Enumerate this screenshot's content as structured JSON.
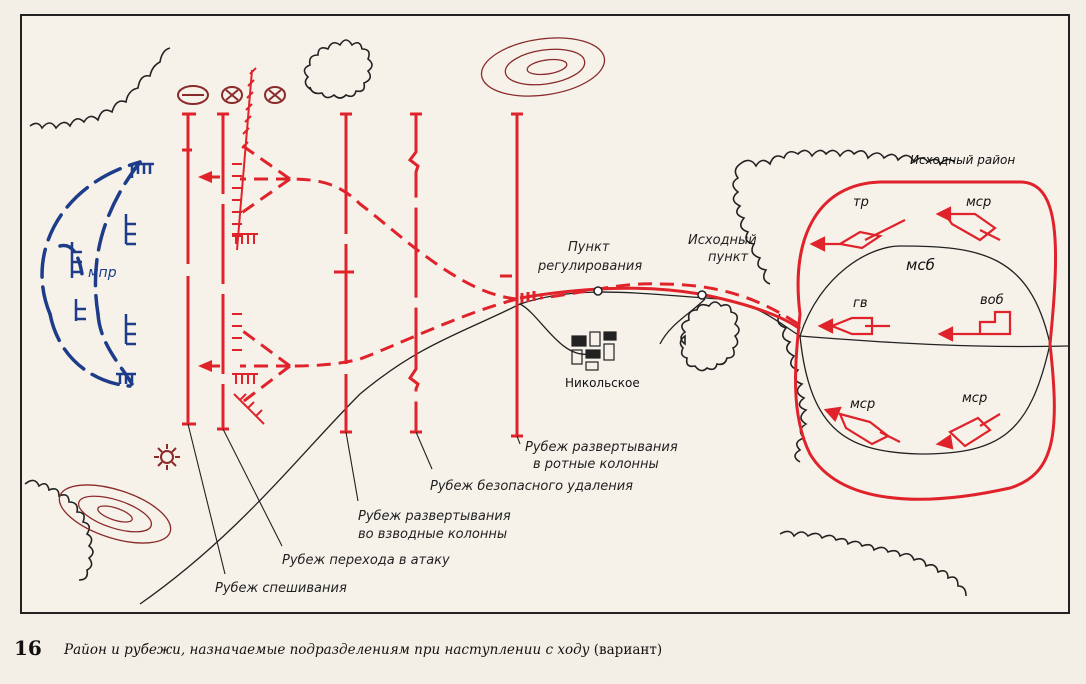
{
  "diagram": {
    "labels": {
      "deploy_company": [
        "Рубеж развертывания",
        "в ротные колонны"
      ],
      "safe_distance": "Рубеж безопасного удаления",
      "deploy_platoon": [
        "Рубеж развертывания",
        "во взводные колонны"
      ],
      "attack_transition": "Рубеж перехода в атаку",
      "dismount": "Рубеж спешивания",
      "control_point": [
        "Пункт",
        "регулирования"
      ],
      "start_point": [
        "Исходный",
        "пункт"
      ],
      "start_area": "Исходный район",
      "village": "Никольское"
    },
    "units": {
      "tr": "тр",
      "msr_top": "мср",
      "msb": "мсб",
      "gv": "гв",
      "vob": "воб",
      "msr_bottom_left": "мср",
      "msr_bottom_right": "мср",
      "enemy": "мпр"
    },
    "colors": {
      "red": "#e0232b",
      "blue": "#1d3c8a",
      "black": "#222222",
      "contour": "#8a2a2a"
    }
  },
  "caption": {
    "number": "16",
    "text": "Район и рубежи, назначаемые подразделениям при наступлении с ходу",
    "variant": "(вариант)"
  }
}
